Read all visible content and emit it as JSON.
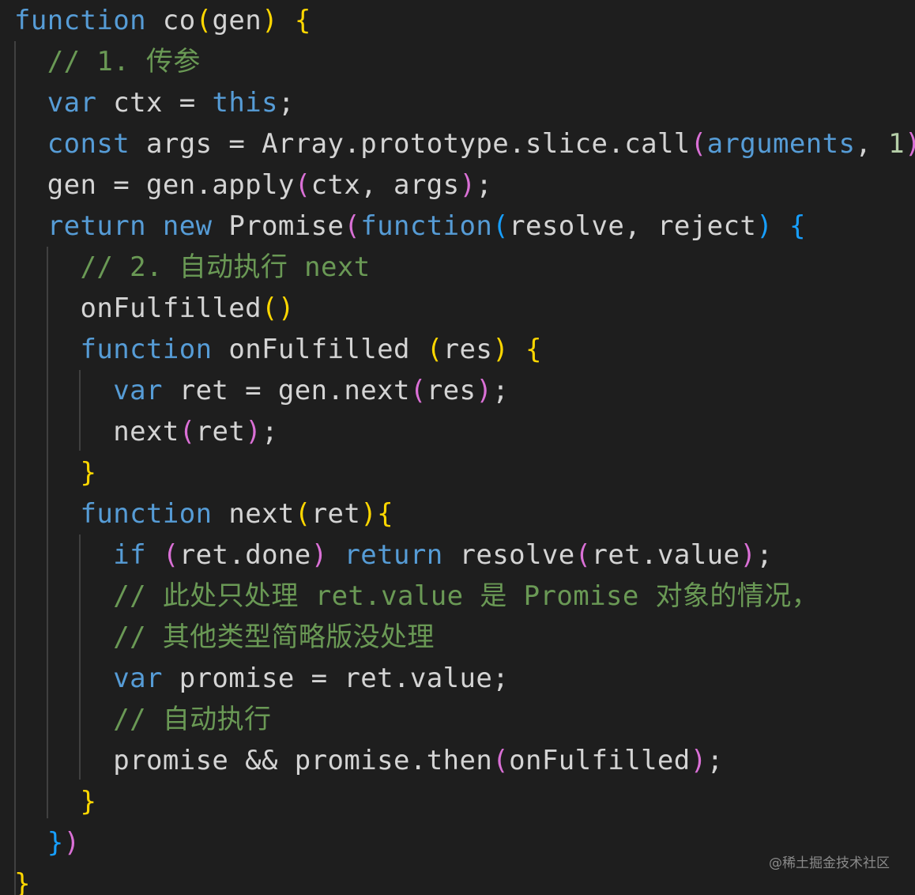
{
  "colors": {
    "background": "#1e1e1e",
    "keyword": "#569cd6",
    "identifier": "#d4d4d4",
    "comment": "#6a9955",
    "number": "#b5cea8",
    "bracket_level1": "#ffd700",
    "bracket_level2": "#da70d6",
    "bracket_level3": "#179fff",
    "indent_guide": "#404040"
  },
  "code_lines": [
    [
      {
        "t": "function",
        "c": "kw"
      },
      {
        "t": " co",
        "c": "id"
      },
      {
        "t": "(",
        "c": "b1"
      },
      {
        "t": "gen",
        "c": "id"
      },
      {
        "t": ")",
        "c": "b1"
      },
      {
        "t": " ",
        "c": "id"
      },
      {
        "t": "{",
        "c": "b1"
      }
    ],
    [
      {
        "t": "  ",
        "c": "id"
      },
      {
        "t": "// 1. 传参",
        "c": "cmt"
      }
    ],
    [
      {
        "t": "  ",
        "c": "id"
      },
      {
        "t": "var",
        "c": "kw"
      },
      {
        "t": " ctx = ",
        "c": "id"
      },
      {
        "t": "this",
        "c": "kw"
      },
      {
        "t": ";",
        "c": "id"
      }
    ],
    [
      {
        "t": "  ",
        "c": "id"
      },
      {
        "t": "const",
        "c": "kw"
      },
      {
        "t": " args = Array.prototype.slice.call",
        "c": "id"
      },
      {
        "t": "(",
        "c": "b2"
      },
      {
        "t": "arguments",
        "c": "kw"
      },
      {
        "t": ", ",
        "c": "id"
      },
      {
        "t": "1",
        "c": "num"
      },
      {
        "t": ")",
        "c": "b2"
      }
    ],
    [
      {
        "t": "  gen = gen.apply",
        "c": "id"
      },
      {
        "t": "(",
        "c": "b2"
      },
      {
        "t": "ctx, args",
        "c": "id"
      },
      {
        "t": ")",
        "c": "b2"
      },
      {
        "t": ";",
        "c": "id"
      }
    ],
    [
      {
        "t": "  ",
        "c": "id"
      },
      {
        "t": "return",
        "c": "kw"
      },
      {
        "t": " ",
        "c": "id"
      },
      {
        "t": "new",
        "c": "kw"
      },
      {
        "t": " Promise",
        "c": "id"
      },
      {
        "t": "(",
        "c": "b2"
      },
      {
        "t": "function",
        "c": "kw"
      },
      {
        "t": "(",
        "c": "b3"
      },
      {
        "t": "resolve, reject",
        "c": "id"
      },
      {
        "t": ")",
        "c": "b3"
      },
      {
        "t": " ",
        "c": "id"
      },
      {
        "t": "{",
        "c": "b3"
      }
    ],
    [
      {
        "t": "    ",
        "c": "id"
      },
      {
        "t": "// 2. 自动执行 next",
        "c": "cmt"
      }
    ],
    [
      {
        "t": "    onFulfilled",
        "c": "id"
      },
      {
        "t": "()",
        "c": "b1"
      }
    ],
    [
      {
        "t": "    ",
        "c": "id"
      },
      {
        "t": "function",
        "c": "kw"
      },
      {
        "t": " onFulfilled ",
        "c": "id"
      },
      {
        "t": "(",
        "c": "b1"
      },
      {
        "t": "res",
        "c": "id"
      },
      {
        "t": ")",
        "c": "b1"
      },
      {
        "t": " ",
        "c": "id"
      },
      {
        "t": "{",
        "c": "b1"
      }
    ],
    [
      {
        "t": "      ",
        "c": "id"
      },
      {
        "t": "var",
        "c": "kw"
      },
      {
        "t": " ret = gen.next",
        "c": "id"
      },
      {
        "t": "(",
        "c": "b2"
      },
      {
        "t": "res",
        "c": "id"
      },
      {
        "t": ")",
        "c": "b2"
      },
      {
        "t": ";",
        "c": "id"
      }
    ],
    [
      {
        "t": "      next",
        "c": "id"
      },
      {
        "t": "(",
        "c": "b2"
      },
      {
        "t": "ret",
        "c": "id"
      },
      {
        "t": ")",
        "c": "b2"
      },
      {
        "t": ";",
        "c": "id"
      }
    ],
    [
      {
        "t": "    ",
        "c": "id"
      },
      {
        "t": "}",
        "c": "b1"
      }
    ],
    [
      {
        "t": "    ",
        "c": "id"
      },
      {
        "t": "function",
        "c": "kw"
      },
      {
        "t": " next",
        "c": "id"
      },
      {
        "t": "(",
        "c": "b1"
      },
      {
        "t": "ret",
        "c": "id"
      },
      {
        "t": ")",
        "c": "b1"
      },
      {
        "t": "{",
        "c": "b1"
      }
    ],
    [
      {
        "t": "      ",
        "c": "id"
      },
      {
        "t": "if",
        "c": "kw"
      },
      {
        "t": " ",
        "c": "id"
      },
      {
        "t": "(",
        "c": "b2"
      },
      {
        "t": "ret.done",
        "c": "id"
      },
      {
        "t": ")",
        "c": "b2"
      },
      {
        "t": " ",
        "c": "id"
      },
      {
        "t": "return",
        "c": "kw"
      },
      {
        "t": " resolve",
        "c": "id"
      },
      {
        "t": "(",
        "c": "b2"
      },
      {
        "t": "ret.value",
        "c": "id"
      },
      {
        "t": ")",
        "c": "b2"
      },
      {
        "t": ";",
        "c": "id"
      }
    ],
    [
      {
        "t": "      ",
        "c": "id"
      },
      {
        "t": "// 此处只处理 ret.value 是 Promise 对象的情况，",
        "c": "cmt"
      }
    ],
    [
      {
        "t": "      ",
        "c": "id"
      },
      {
        "t": "// 其他类型简略版没处理",
        "c": "cmt"
      }
    ],
    [
      {
        "t": "      ",
        "c": "id"
      },
      {
        "t": "var",
        "c": "kw"
      },
      {
        "t": " promise = ret.value;",
        "c": "id"
      }
    ],
    [
      {
        "t": "      ",
        "c": "id"
      },
      {
        "t": "// 自动执行",
        "c": "cmt"
      }
    ],
    [
      {
        "t": "      promise && promise.then",
        "c": "id"
      },
      {
        "t": "(",
        "c": "b2"
      },
      {
        "t": "onFulfilled",
        "c": "id"
      },
      {
        "t": ")",
        "c": "b2"
      },
      {
        "t": ";",
        "c": "id"
      }
    ],
    [
      {
        "t": "    ",
        "c": "id"
      },
      {
        "t": "}",
        "c": "b1"
      }
    ],
    [
      {
        "t": "  ",
        "c": "id"
      },
      {
        "t": "}",
        "c": "b3"
      },
      {
        "t": ")",
        "c": "b2"
      }
    ],
    [
      {
        "t": "}",
        "c": "b1"
      }
    ]
  ],
  "watermark": "@稀土掘金技术社区"
}
